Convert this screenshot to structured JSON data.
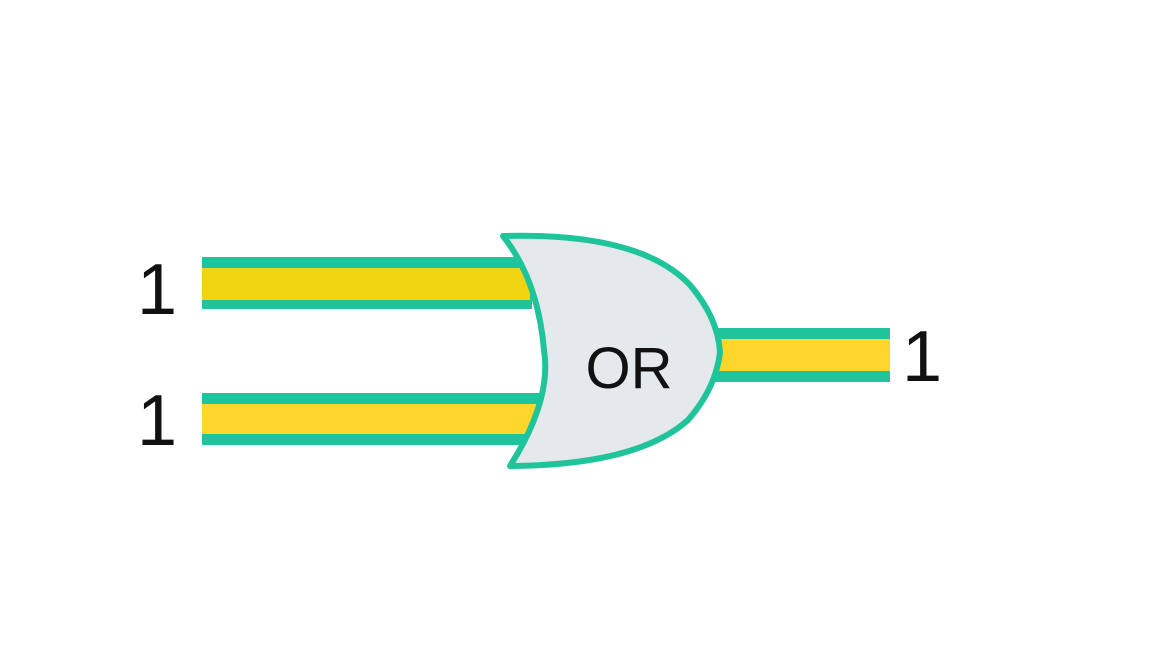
{
  "gate": {
    "type_label": "OR",
    "fill_color": "#e5e9ec",
    "outline_color": "#1fc49a"
  },
  "inputs": [
    {
      "value": "1"
    },
    {
      "value": "1"
    }
  ],
  "output": {
    "value": "1"
  },
  "wire": {
    "outline_color": "#1fc49a",
    "fill_color": "#ffd62a",
    "fill_color_alt": "#f0d412"
  }
}
